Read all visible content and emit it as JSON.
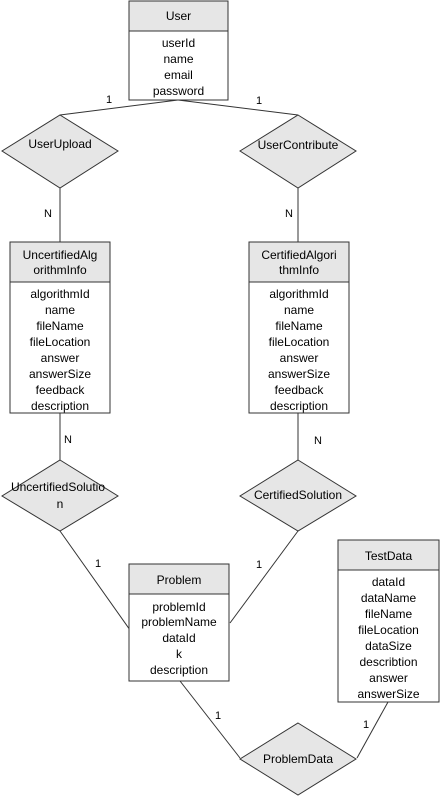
{
  "entities": {
    "user": {
      "title": "User",
      "attributes": [
        "userId",
        "name",
        "email",
        "password"
      ]
    },
    "uncertified": {
      "title_lines": [
        "UncertifiedAlg",
        "orithmInfo"
      ],
      "attributes": [
        "algorithmId",
        "name",
        "fileName",
        "fileLocation",
        "answer",
        "answerSize",
        "feedback",
        "description"
      ]
    },
    "certified": {
      "title_lines": [
        "CertifiedAlgori",
        "thmInfo"
      ],
      "attributes": [
        "algorithmId",
        "name",
        "fileName",
        "fileLocation",
        "answer",
        "answerSize",
        "feedback",
        "description"
      ]
    },
    "problem": {
      "title": "Problem",
      "attributes": [
        "problemId",
        "problemName",
        "dataId",
        "k",
        "description"
      ]
    },
    "testdata": {
      "title": "TestData",
      "attributes": [
        "dataId",
        "dataName",
        "fileName",
        "fileLocation",
        "dataSize",
        "describtion",
        "answer",
        "answerSize"
      ]
    }
  },
  "relationships": {
    "user_upload": {
      "lines": [
        "UserUpload"
      ]
    },
    "user_contribute": {
      "lines": [
        "UserContribute"
      ]
    },
    "uncertified_solution": {
      "lines": [
        "UncertifiedSolutio",
        "n"
      ]
    },
    "certified_solution": {
      "lines": [
        "CertifiedSolution"
      ]
    },
    "problem_data": {
      "lines": [
        "ProblemData"
      ]
    }
  },
  "cardinalities": {
    "user_left": "1",
    "user_right": "1",
    "upload_n": "N",
    "contribute_n": "N",
    "uncert_n": "N",
    "cert_n": "N",
    "uncert_sol_1": "1",
    "cert_sol_1": "1",
    "problem_data_1": "1",
    "testdata_1": "1"
  },
  "colors": {
    "header_fill": "#e6e6e6",
    "box_fill": "#ffffff",
    "diamond_fill": "#e6e6e6",
    "stroke": "#333333"
  }
}
